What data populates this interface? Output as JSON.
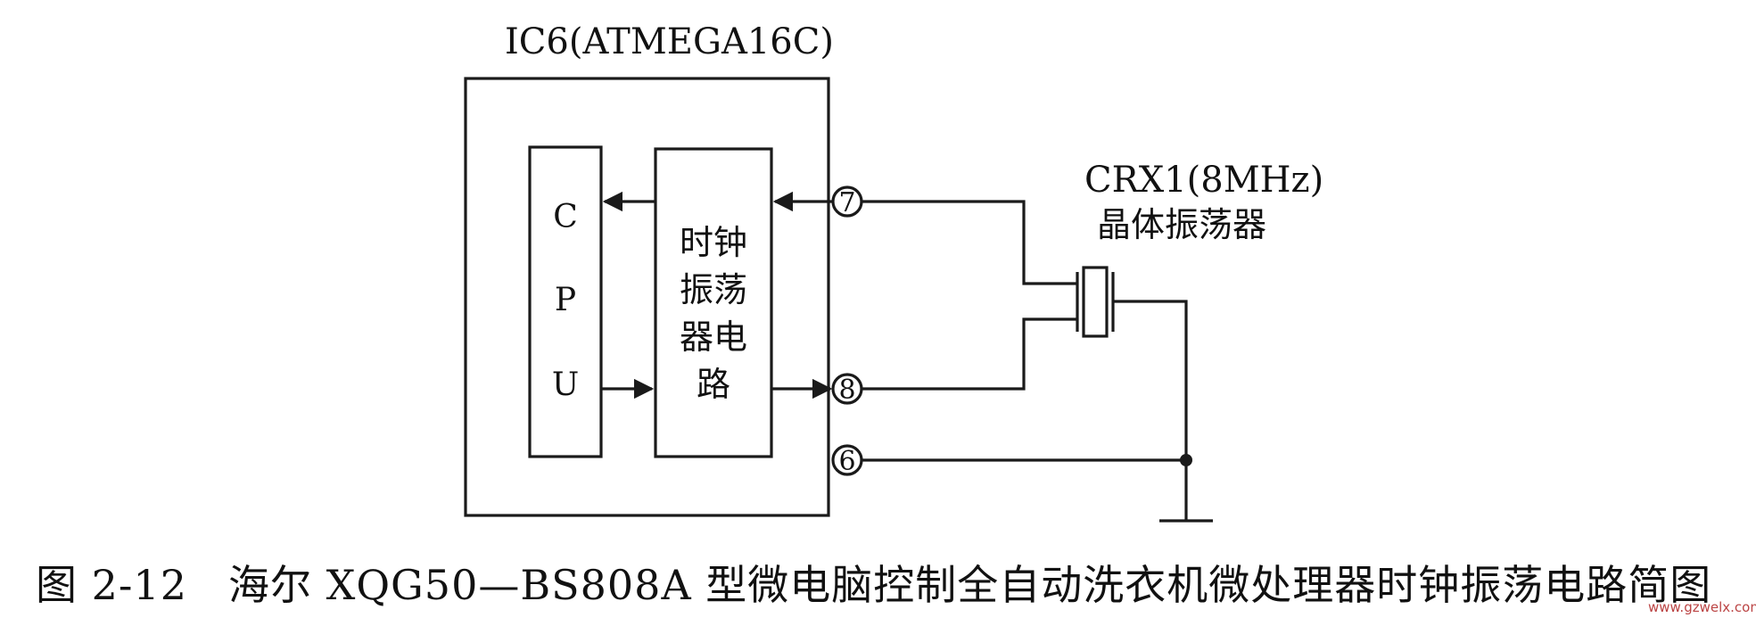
{
  "ic_label": "IC6(ATMEGA16C)",
  "cpu_letters": [
    "C",
    "P",
    "U"
  ],
  "clock_lines": [
    "时钟",
    "振荡",
    "器电",
    "路"
  ],
  "pins": {
    "p7": "7",
    "p8": "8",
    "p6": "6"
  },
  "crystal": {
    "name": "CRX1(8MHz)",
    "desc": "晶体振荡器"
  },
  "caption": {
    "number": "图 2-12",
    "text": "海尔 XQG50—BS808A 型微电脑控制全自动洗衣机微处理器时钟振荡电路简图"
  },
  "watermark": "www.gzwelx.com"
}
